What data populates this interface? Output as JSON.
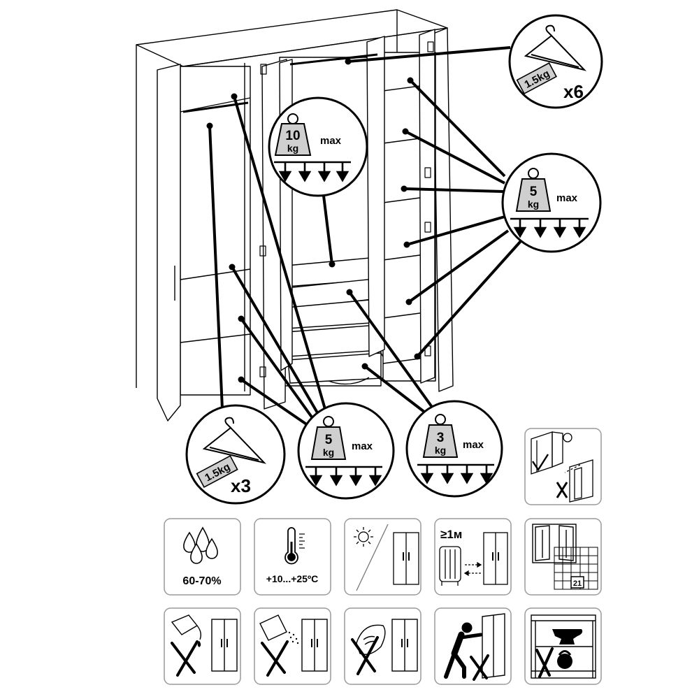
{
  "callouts": {
    "hanger_top": {
      "weight": "1.5kg",
      "count": "x6"
    },
    "hanger_left": {
      "weight": "1.5kg",
      "count": "x3"
    },
    "shelf_10": {
      "value": "10",
      "unit": "kg",
      "suffix": "max"
    },
    "shelf_5_right": {
      "value": "5",
      "unit": "kg",
      "suffix": "max"
    },
    "shelf_5_bottom": {
      "value": "5",
      "unit": "kg",
      "suffix": "max"
    },
    "shelf_3": {
      "value": "3",
      "unit": "kg",
      "suffix": "max"
    }
  },
  "care_icons": {
    "humidity": {
      "label": "60-70%"
    },
    "temperature": {
      "label": "+10...+25ºC"
    },
    "distance": {
      "label": "≥1м"
    },
    "calendar_day": "21"
  },
  "icon_names": [
    "wall-anchor-icon",
    "humidity-icon",
    "temperature-icon",
    "no-direct-sun-icon",
    "heater-distance-icon",
    "ventilation-icon",
    "no-liquids-icon",
    "no-powder-cleaner-icon",
    "no-abrasive-sponge-icon",
    "no-pushing-icon",
    "no-overload-icon"
  ],
  "colors": {
    "line": "#000000",
    "icon_fill": "#cfcfcf",
    "frame": "#9a9a9a"
  }
}
